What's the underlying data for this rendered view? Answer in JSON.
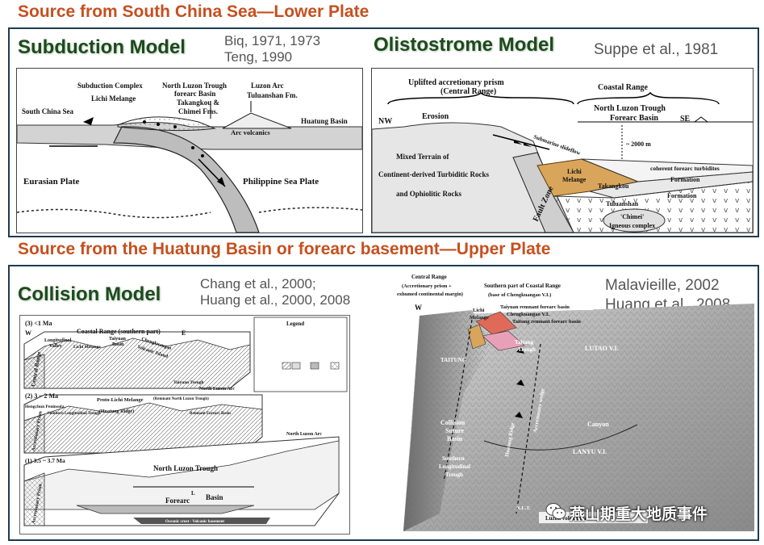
{
  "top": {
    "title": "Source from South China Sea—Lower Plate",
    "subduction": {
      "title": "Subduction Model",
      "cite": [
        "Biq, 1971, 1973",
        "Teng, 1990"
      ],
      "labels": {
        "subduction_complex": "Subduction Complex",
        "north_luzon_trough": "North Luzon Trough",
        "forearc_basin": "forearc Basin",
        "takangkou": "Takangkou &",
        "chimei": "Chimei Fms.",
        "luzon_arc": "Luzon Arc",
        "tuluanshan": "Tuluanshan Fm.",
        "lichi": "Lichi Melange",
        "south_china_sea": "South China Sea",
        "huatung": "Huatung Basin",
        "arc_volcanics": "Arc volcanics",
        "eurasian": "Eurasian Plate",
        "philippine": "Philippine Sea Plate"
      }
    },
    "olistostrome": {
      "title": "Olistostrome Model",
      "cite": [
        "Suppe et al., 1981"
      ],
      "labels": {
        "uplifted": "Uplifted accretionary prism",
        "central_range": "(Central Range)",
        "coastal_range": "Coastal Range",
        "nlt": "North Luzon Trough",
        "forearc": "Forearc Basin",
        "nw": "NW",
        "erosion": "Erosion",
        "se": "SE",
        "submarine": "Submarine slideflow",
        "depth": "~ 2000 m",
        "mixed1": "Mixed Terrain of",
        "mixed2": "Continent-derived Turbiditic Rocks",
        "mixed3": "and Ophiolitic Rocks",
        "fault_zone": "Fault Zone",
        "lichi": "Lichi",
        "melange": "Melange",
        "coherent": "coherent forearc turbidites",
        "takangkou": "Takangkou",
        "formation": "Formation",
        "tuluanshan": "Tuluanshan",
        "formation2": "Formation",
        "chimei": "'Chimei'",
        "igneous": "Igneous complex"
      }
    }
  },
  "bottom": {
    "title": "Source from the Huatung Basin or forearc basement—Upper Plate",
    "collision": {
      "title": "Collision Model",
      "cite": [
        "Chang et al., 2000;",
        "Huang et al., 2000, 2008"
      ],
      "labels": {
        "s3": "(3) <1 Ma",
        "coastal_south": "Coastal Range (southern part)",
        "w": "W",
        "e": "E",
        "longitudinal": "Longitudinal",
        "valley": "Valley",
        "taiyuan": "Taiyuan",
        "basin": "Basin",
        "chengkuang": "Chengkuangao",
        "volcanic_island": "Volcanic Island",
        "lichi_melange": "Lichi Melange",
        "central_range": "Central Range",
        "legend": "Legend",
        "s2": "(2) 3 ~ 2 Ma",
        "taiyuan_trough": "Taiyuan Trough",
        "north_luzon_arc": "North Luzon Arc",
        "hengchun": "Hengchun Peninsula",
        "proto_lichi": "Proto-Lichi Melange",
        "remnant_nlt": "(Remnant North Luzon Trough)",
        "huatung_ridge": "(Huatung Ridge)",
        "remnant_forearc": "Remnant Forearc Basin",
        "southern_lt": "Southern Longitudinal Trough",
        "accretionary_prism": "Accretionary Prism",
        "s1": "(1) 3.5 ~ 3.7 Ma",
        "north_luzon_trough": "North Luzon Trough",
        "forearc": "Forearc",
        "basin2": "Basin",
        "accretionary_prism2": "Accretionary Prism",
        "north_luzon_arc2": "North Luzon Arc",
        "oceanic": "Oceanic crust - Volcanic basement",
        "l": "L"
      }
    },
    "map": {
      "cite": [
        "Malavieille, 2002",
        "Huang et al., 2008"
      ],
      "labels": {
        "central_range": "Central Range",
        "accretionary": "(Accretionary prism +",
        "exhumed": "exhumed continental margin)",
        "southern_coastal": "Southern part of Coastal Range",
        "base": "(base of Chengkuangao V.I.)",
        "lichi": "Lichi",
        "melange": "Melange",
        "taiyuan_remnant": "Taiyuan remnant forearc basin",
        "chengkuangao": "Chengkuangao V.I.",
        "taitung_remnant": "Taitung remnant forearc basin",
        "w": "W",
        "taitung_trough": "Taitung",
        "trough": "Trough",
        "taitung": "TAITUNG",
        "lutao": "LUTAO V.I.",
        "collision": "Collision",
        "suture": "Suture",
        "basin": "Basin",
        "southern": "Southern",
        "longitudinal": "Longitudinal",
        "trough2": "Trough",
        "canyon": "Canyon",
        "lanyu": "LANYU V.I.",
        "luzon_arc": "Luzon volcanic arc",
        "huatung_ridge": "Huatung Ridge",
        "accretionary_wedge": "Accretionary wedge",
        "nlt": "N.L.T."
      }
    },
    "watermark": "燕山期重大地质事件"
  },
  "colors": {
    "section_title": "#c5501f",
    "frame_border": "#1f3b50",
    "model_title": "#1d4a1d",
    "melange": "#d9a55a",
    "taiyuan": "#e06a5a",
    "taitung": "#e8a0b8"
  },
  "icons": {
    "watermark": "wechat-icon",
    "se_marker": "sea-level-icon"
  }
}
